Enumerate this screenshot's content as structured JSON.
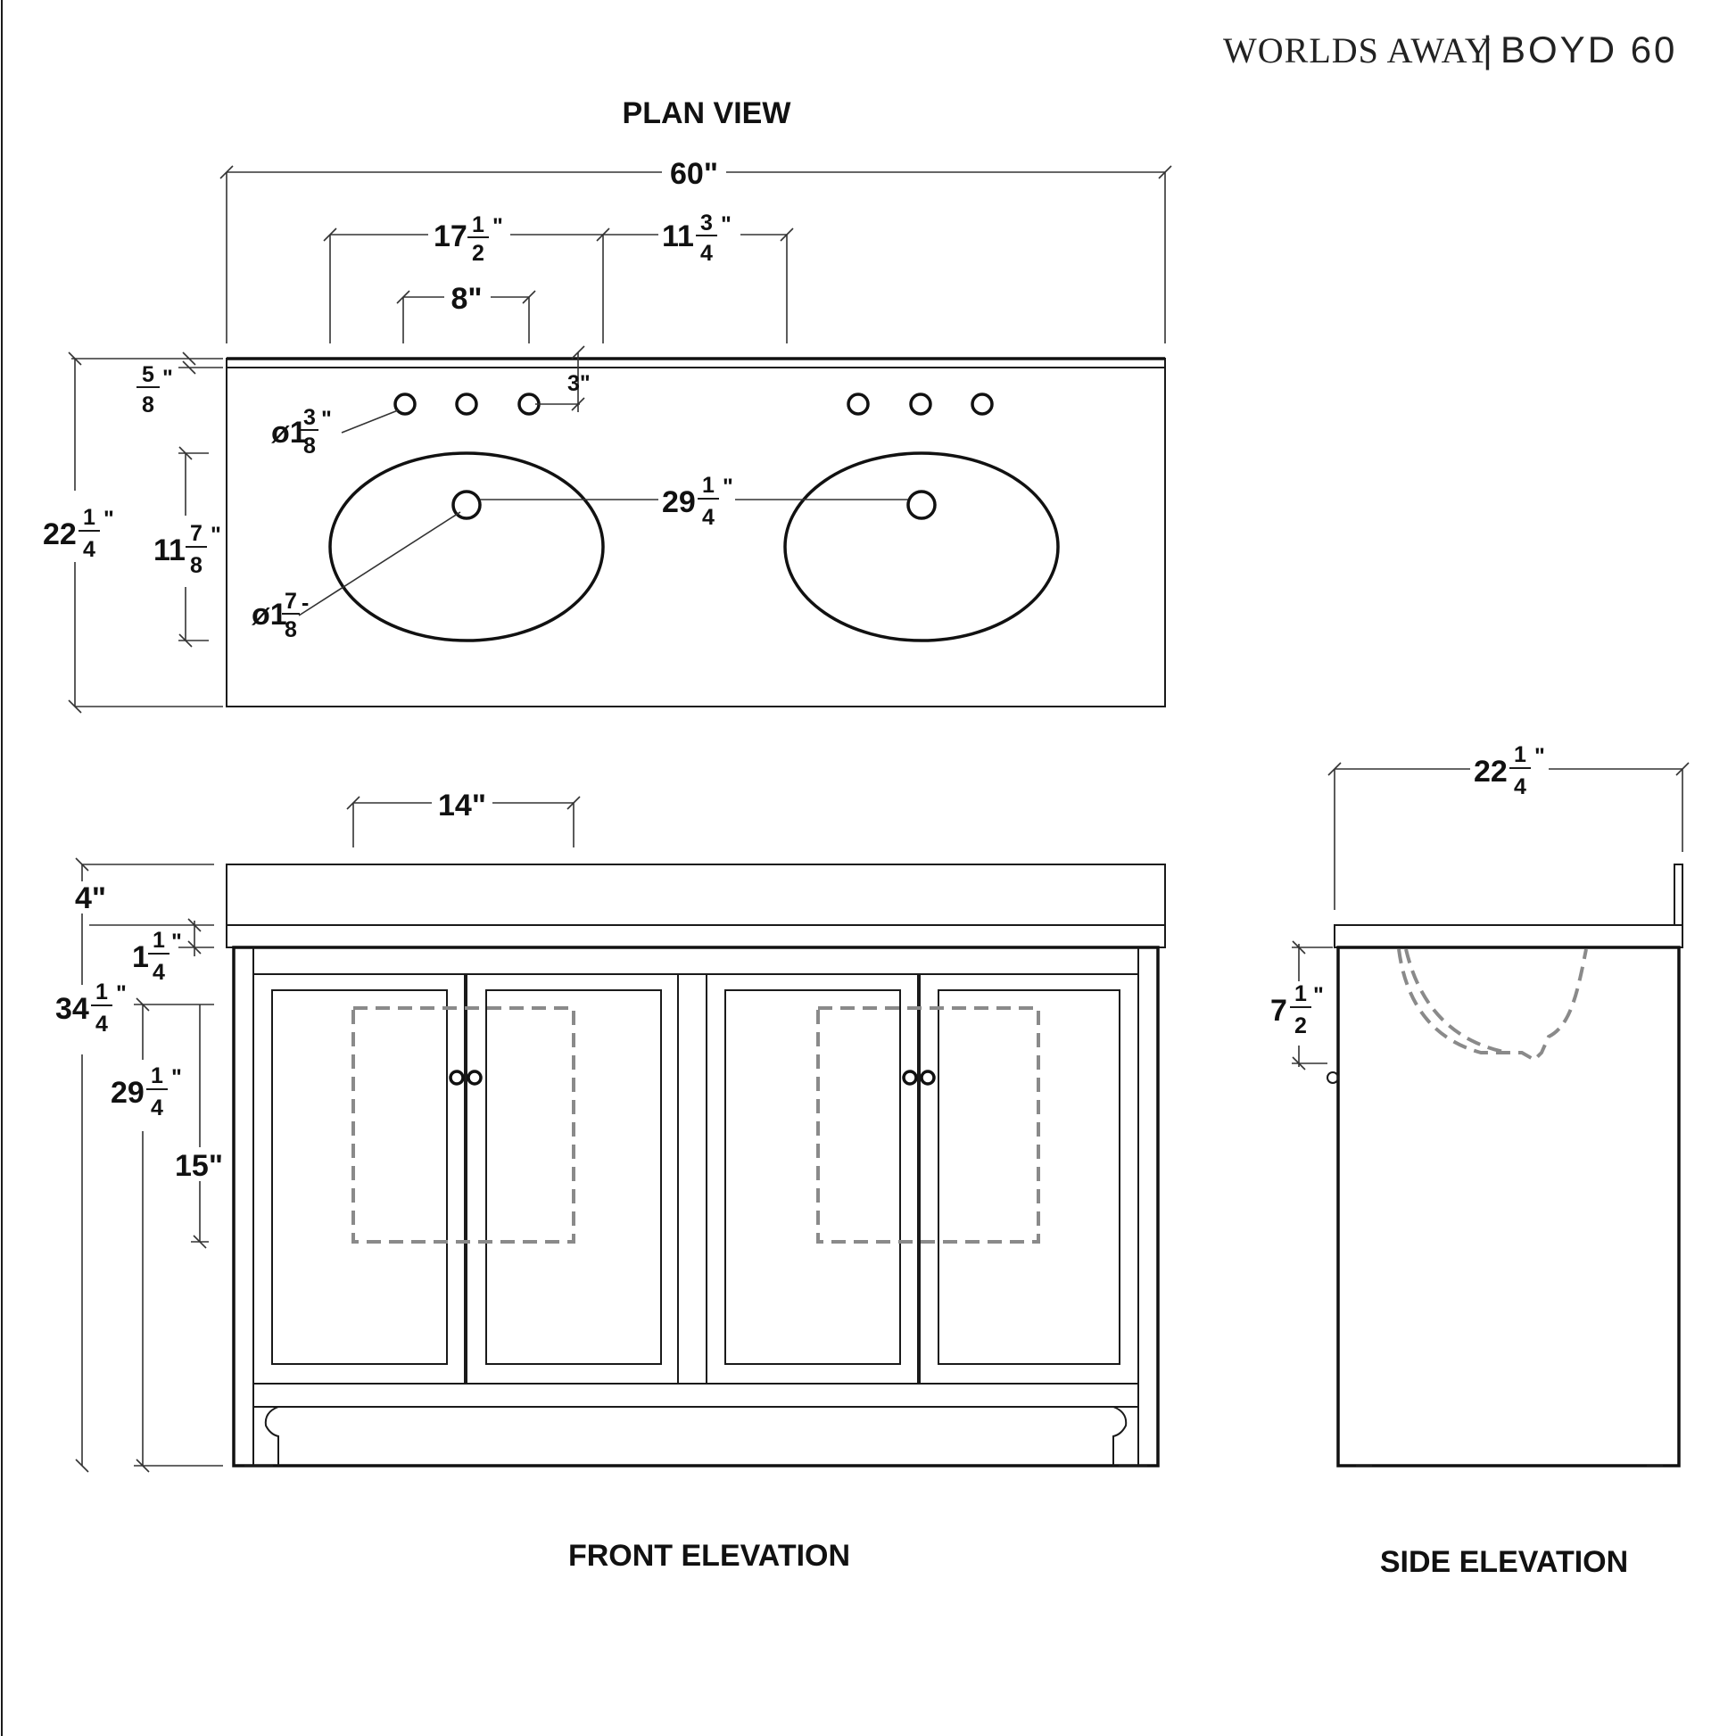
{
  "header": {
    "brand": "WORLDS AWAY",
    "separator": "|",
    "model": "BOYD 60"
  },
  "views": {
    "plan": "PLAN VIEW",
    "front": "FRONT ELEVATION",
    "side": "SIDE ELEVATION"
  },
  "dimensions": {
    "plan_width": "60\"",
    "faucet_offset": {
      "whole": "17",
      "num": "1",
      "den": "2",
      "unit": "\""
    },
    "faucet_gap": {
      "whole": "11",
      "num": "3",
      "den": "4",
      "unit": "\""
    },
    "faucet_spread": "8\"",
    "backsplash_depth": {
      "whole": "",
      "num": "5",
      "den": "8",
      "unit": "\""
    },
    "faucet_setback": "3\"",
    "faucet_hole_dia": {
      "prefix": "ø1",
      "num": "3",
      "den": "8",
      "unit": "\""
    },
    "plan_depth": {
      "whole": "22",
      "num": "1",
      "den": "4",
      "unit": "\""
    },
    "sink_depth": {
      "whole": "11",
      "num": "7",
      "den": "8",
      "unit": "\""
    },
    "drain_dia": {
      "prefix": "ø1",
      "num": "7",
      "den": "8",
      "unit": "-"
    },
    "sink_centers": {
      "whole": "29",
      "num": "1",
      "den": "4",
      "unit": "\""
    },
    "basin_width": "14\"",
    "backsplash_height": "4\"",
    "top_thickness": {
      "whole": "1",
      "num": "1",
      "den": "4",
      "unit": "\""
    },
    "overall_height": {
      "whole": "34",
      "num": "1",
      "den": "4",
      "unit": "\""
    },
    "cabinet_height": {
      "whole": "29",
      "num": "1",
      "den": "4",
      "unit": "\""
    },
    "basin_height": "15\"",
    "side_depth": {
      "whole": "22",
      "num": "1",
      "den": "4",
      "unit": "\""
    },
    "bowl_depth": {
      "whole": "7",
      "num": "1",
      "den": "2",
      "unit": "\""
    }
  }
}
